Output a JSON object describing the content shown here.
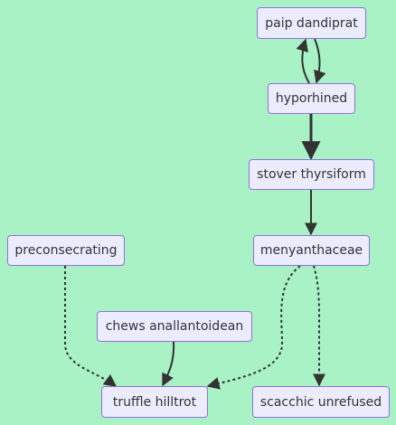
{
  "colors": {
    "background": "#a8f2c6",
    "node_fill": "#ececff",
    "node_border": "#9370db",
    "edge": "#333333",
    "text": "#333333"
  },
  "nodes": {
    "paip_dandiprat": "paip dandiprat",
    "hyporhined": "hyporhined",
    "stover_thyrsiform": "stover thyrsiform",
    "menyanthaceae": "menyanthaceae",
    "preconsecrating": "preconsecrating",
    "chews_anallantoidean": "chews anallantoidean",
    "truffle_hilltrot": "truffle hilltrot",
    "scacchic_unrefused": "scacchic unrefused"
  },
  "edges": [
    {
      "from": "hyporhined",
      "to": "paip_dandiprat",
      "style": "solid",
      "weight": "normal"
    },
    {
      "from": "paip_dandiprat",
      "to": "hyporhined",
      "style": "solid",
      "weight": "normal"
    },
    {
      "from": "hyporhined",
      "to": "stover_thyrsiform",
      "style": "solid",
      "weight": "thick"
    },
    {
      "from": "stover_thyrsiform",
      "to": "menyanthaceae",
      "style": "solid",
      "weight": "normal"
    },
    {
      "from": "preconsecrating",
      "to": "truffle_hilltrot",
      "style": "dotted",
      "weight": "normal"
    },
    {
      "from": "chews_anallantoidean",
      "to": "truffle_hilltrot",
      "style": "solid",
      "weight": "normal"
    },
    {
      "from": "menyanthaceae",
      "to": "truffle_hilltrot",
      "style": "dotted",
      "weight": "normal"
    },
    {
      "from": "menyanthaceae",
      "to": "scacchic_unrefused",
      "style": "dotted",
      "weight": "normal"
    }
  ]
}
